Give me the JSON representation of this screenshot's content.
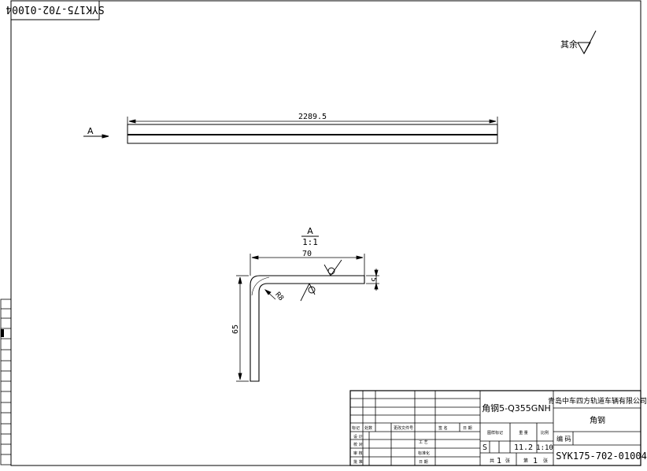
{
  "drawing_number": "SYK175-702-01004",
  "drawing_number_rotated": "SYK175-702-01004",
  "surface_finish_note": "其余",
  "dimensions": {
    "overall_length": "2289.5",
    "leg_horizontal": "70",
    "leg_vertical": "65",
    "thickness": "5",
    "bend_radius": "R8"
  },
  "section_view": {
    "marker": "A",
    "label": "A",
    "scale": "1:1"
  },
  "title_block": {
    "material": "角钢5-Q355GNH",
    "company": "青岛中车四方轨道车辆有限公司",
    "part_name": "角钢",
    "code_label": "编 码",
    "stage_mark": "S",
    "weight": "11.2",
    "scale": "1:10",
    "sheet_total_prefix": "共",
    "sheet_total": "1",
    "sheet_total_suffix": "张",
    "sheet_index_prefix": "第",
    "sheet_index": "1",
    "sheet_index_suffix": "张",
    "col_stage": "图样标记",
    "col_weight": "重 量",
    "col_scale": "比例",
    "rev_mark": "标记",
    "rev_count": "处数",
    "rev_doc": "更改文件号",
    "rev_sign": "签 名",
    "rev_date": "日 期",
    "role_designer": "设 计",
    "role_checker": "校 对",
    "role_reviewer": "审 核",
    "role_approver": "批 准",
    "role_process": "工 艺",
    "role_standard": "标准化",
    "role_date": "日 期"
  }
}
